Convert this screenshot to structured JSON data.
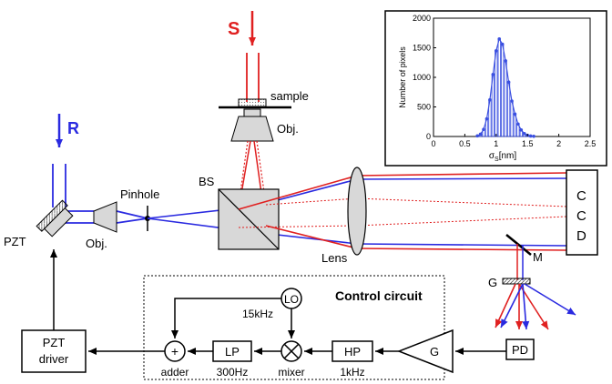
{
  "beams": {
    "sample_beam_label": "S",
    "reference_beam_label": "R"
  },
  "components": {
    "sample": "sample",
    "objective_top": "Obj.",
    "objective_left": "Obj.",
    "pinhole": "Pinhole",
    "beam_splitter": "BS",
    "pzt": "PZT",
    "lens": "Lens",
    "ccd": [
      "C",
      "C",
      "D"
    ],
    "mirror": "M",
    "grating": "G",
    "photodiode": "PD"
  },
  "control_circuit": {
    "title": "Control circuit",
    "pzt_driver": [
      "PZT",
      "driver"
    ],
    "adder_symbol": "+",
    "adder": "adder",
    "lp": "LP",
    "lp_freq": "300Hz",
    "lo": "LO",
    "lo_freq": "15kHz",
    "mixer": "mixer",
    "hp": "HP",
    "hp_freq": "1kHz",
    "gain": "G"
  },
  "colors": {
    "sample_beam": "#e02020",
    "reference_beam": "#2a2ae0",
    "histogram": "#3a4fe0"
  },
  "chart_data": {
    "type": "bar",
    "xlabel": "σ",
    "xlabel_sub": "S",
    "xlabel_unit": "[nm]",
    "ylabel": "Number of pixels",
    "xlim": [
      0,
      2.5
    ],
    "ylim": [
      0,
      2000
    ],
    "xticks": [
      "0",
      "0.5",
      "1",
      "1.5",
      "2",
      "2.5"
    ],
    "yticks": [
      "0",
      "500",
      "1000",
      "1500",
      "2000"
    ],
    "grid": false,
    "x": [
      0.7,
      0.75,
      0.8,
      0.85,
      0.9,
      0.95,
      1.0,
      1.05,
      1.1,
      1.15,
      1.2,
      1.25,
      1.3,
      1.35,
      1.4,
      1.45,
      1.5,
      1.55,
      1.6
    ],
    "values": [
      10,
      40,
      120,
      300,
      620,
      1050,
      1450,
      1650,
      1560,
      1280,
      920,
      600,
      380,
      210,
      110,
      50,
      20,
      8,
      3
    ]
  }
}
